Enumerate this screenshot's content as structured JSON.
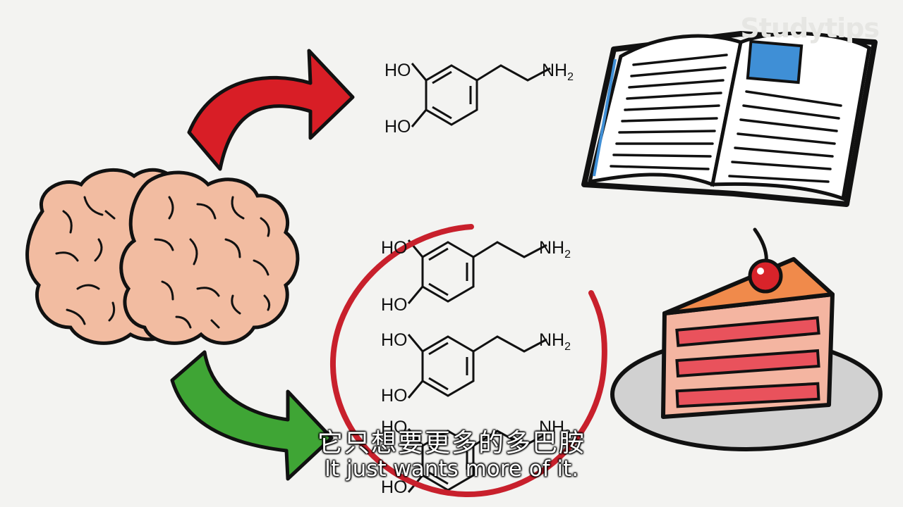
{
  "watermark": "Studytips",
  "molecules": {
    "hydroxyl_label": "HO",
    "amine_label": "NH",
    "amine_subscript": "2"
  },
  "subtitles": {
    "chinese": "它只想要更多的多巴胺",
    "english": "It just wants more of it."
  },
  "colors": {
    "red_arrow": "#d81e26",
    "green_arrow": "#3fa535",
    "brain_fill": "#f2bca1",
    "circle_stroke": "#c8202c",
    "book_accent": "#3f8fd6",
    "cake_top": "#f08a4b",
    "cake_layers": "#e9525c",
    "cherry": "#d8232a"
  }
}
